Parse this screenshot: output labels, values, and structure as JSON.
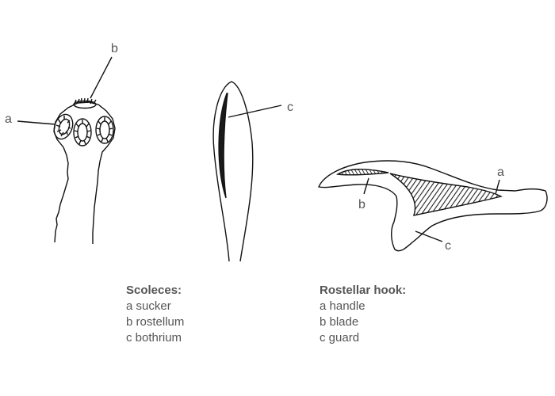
{
  "scolex_figure": {
    "label_a": "a",
    "label_b": "b"
  },
  "bothrium_figure": {
    "label_c": "c"
  },
  "hook_figure": {
    "label_a": "a",
    "label_b": "b",
    "label_c": "c"
  },
  "legend_scoleces": {
    "heading": "Scoleces:",
    "items": [
      "a sucker",
      "b rostellum",
      "c bothrium"
    ]
  },
  "legend_hook": {
    "heading": "Rostellar hook:",
    "items": [
      "a handle",
      "b blade",
      "c guard"
    ]
  }
}
